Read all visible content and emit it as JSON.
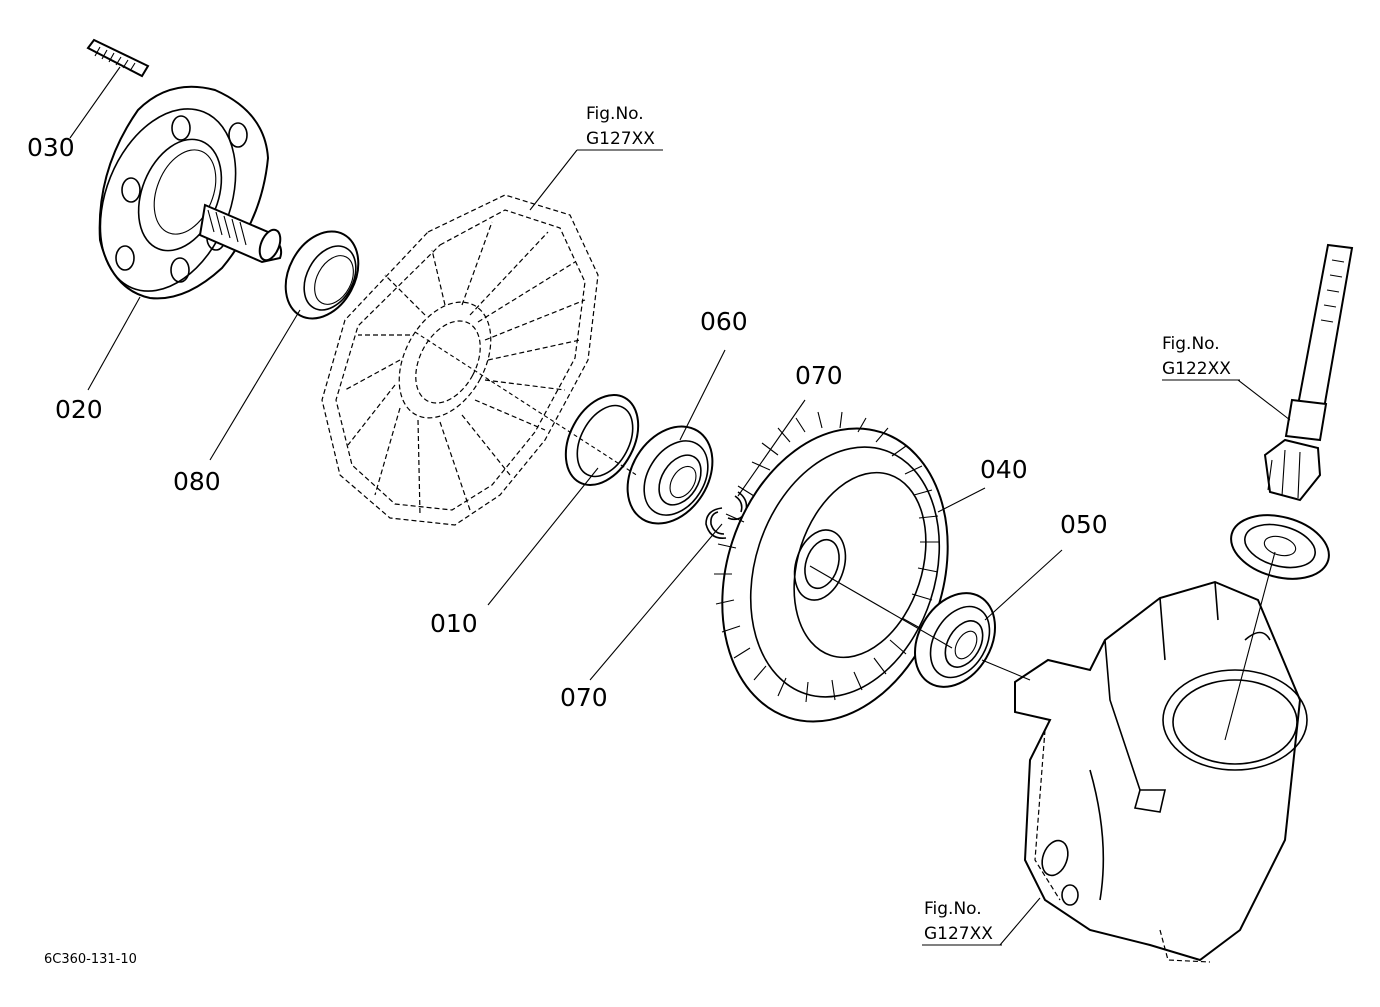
{
  "diagram": {
    "part_labels": {
      "p010": "010",
      "p020": "020",
      "p030": "030",
      "p040": "040",
      "p050": "050",
      "p060": "060",
      "p070_upper": "070",
      "p070_lower": "070",
      "p080": "080"
    },
    "figure_refs": {
      "cover": {
        "title": "Fig.No.",
        "code": "G127XX"
      },
      "pinion_shaft": {
        "title": "Fig.No.",
        "code": "G122XX"
      },
      "housing": {
        "title": "Fig.No.",
        "code": "G127XX"
      }
    },
    "drawing_code": "6C360-131-10"
  }
}
